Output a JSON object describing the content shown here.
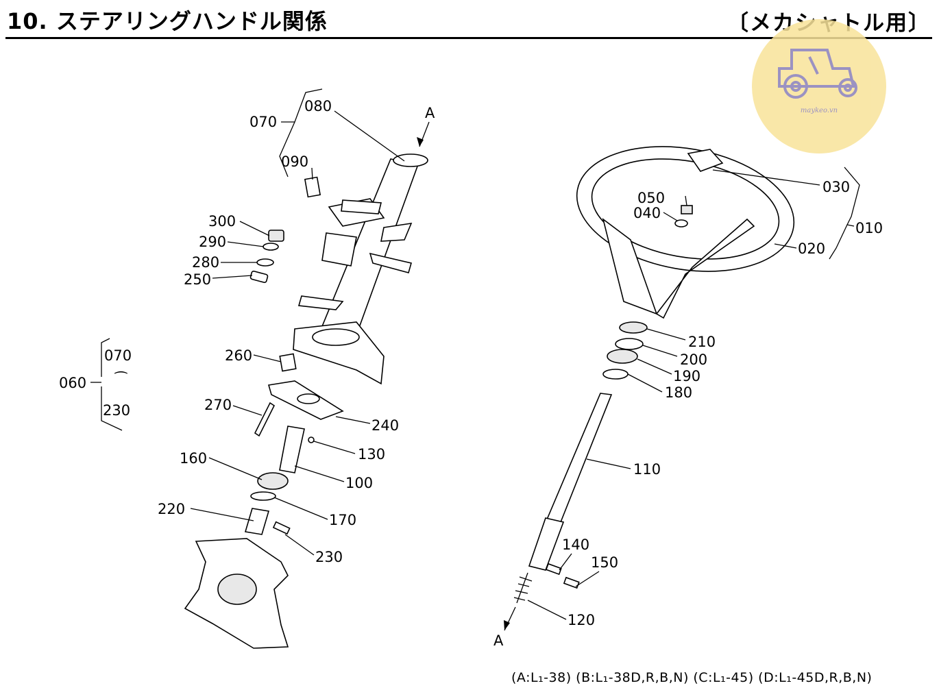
{
  "header": {
    "title": "10. ステアリングハンドル関係",
    "subtitle": "〔メカシャトル用〕"
  },
  "logo": {
    "text": "maykeo.vn",
    "icon": "tractor-logo"
  },
  "diagram": {
    "arrow_label": "A",
    "callouts": {
      "p010": "010",
      "p020": "020",
      "p030": "030",
      "p040": "040",
      "p050": "050",
      "p060": "060",
      "p070": "070",
      "p070b": "070",
      "p080": "080",
      "p090": "090",
      "p100": "100",
      "p110": "110",
      "p120": "120",
      "p130": "130",
      "p140": "140",
      "p150": "150",
      "p160": "160",
      "p170": "170",
      "p180": "180",
      "p190": "190",
      "p200": "200",
      "p210": "210",
      "p220": "220",
      "p230": "230",
      "p230b": "230",
      "p240": "240",
      "p250": "250",
      "p260": "260",
      "p270": "270",
      "p280": "280",
      "p290": "290",
      "p300": "300"
    }
  },
  "footer": {
    "note": "(A:L₁-38) (B:L₁-38D,R,B,N) (C:L₁-45) (D:L₁-45D,R,B,N)"
  }
}
